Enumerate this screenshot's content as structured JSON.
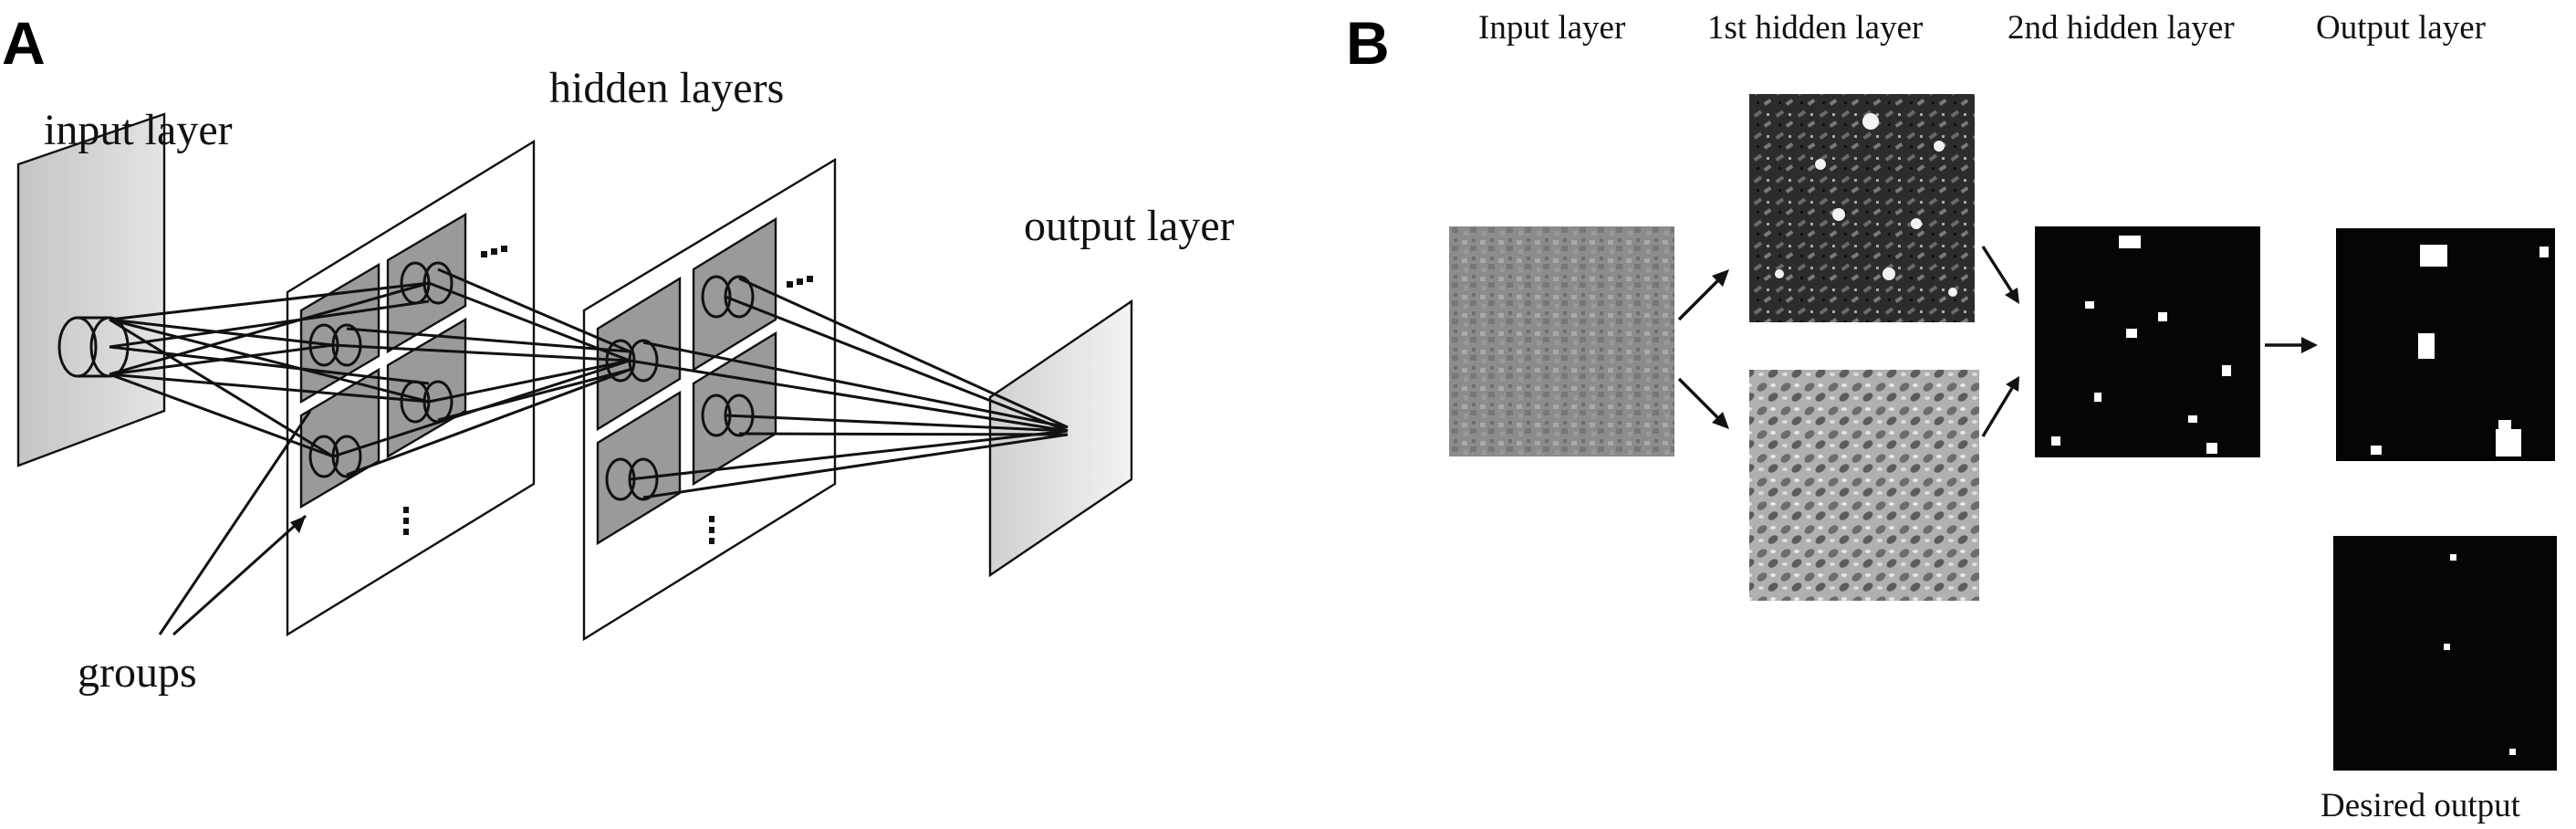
{
  "panelA": {
    "letter": "A",
    "labels": {
      "input_layer": "input layer",
      "hidden_layers": "hidden layers",
      "output_layer": "output layer",
      "groups": "groups"
    }
  },
  "panelB": {
    "letter": "B",
    "columns": {
      "input": "Input layer",
      "hidden1": "1st hidden layer",
      "hidden2": "2nd hidden layer",
      "output": "Output layer"
    },
    "desired_output": "Desired output"
  },
  "colors": {
    "ink": "#111111",
    "plane_fill": "#d4d4d4",
    "group_fill": "#9a9a9a",
    "map_dark": "#050505",
    "spot": "#ffffff"
  }
}
